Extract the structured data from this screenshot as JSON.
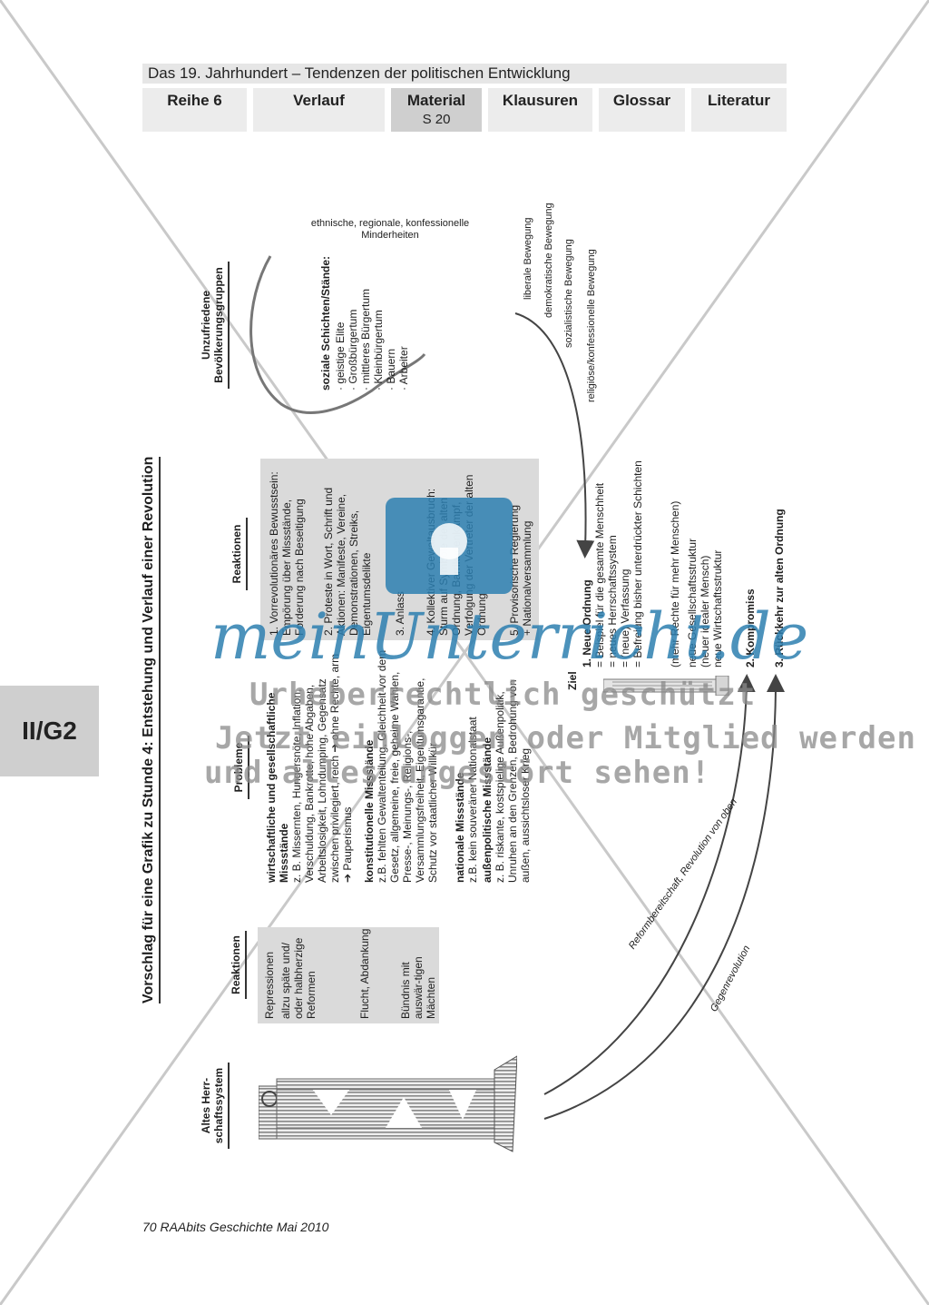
{
  "header": {
    "title": "Das 19. Jahrhundert – Tendenzen der politischen Entwicklung",
    "nav": [
      {
        "label": "Reihe 6",
        "sub": ""
      },
      {
        "label": "Verlauf",
        "sub": ""
      },
      {
        "label": "Material",
        "sub": "S 20"
      },
      {
        "label": "Klausuren",
        "sub": ""
      },
      {
        "label": "Glossar",
        "sub": ""
      },
      {
        "label": "Literatur",
        "sub": ""
      }
    ]
  },
  "side_tab": "II/G2",
  "footer": "70 RAAbits Geschichte Mai 2010",
  "diagram": {
    "title": "Vorschlag für eine Grafik zu Stunde 4: Entstehung und Verlauf einer Revolution",
    "old_system": "Altes Herr-schaftssystem",
    "reactions_left_title": "Reaktionen",
    "reactions_left": [
      "Repressionen",
      "allzu späte und/ oder halbherzige Reformen",
      "Flucht, Abdankung",
      "Bündnis mit auswär-tigen Mächten"
    ],
    "problems_title": "Probleme",
    "problems": [
      {
        "head": "wirtschaftliche und gesellschaftliche Missstände",
        "text": "z. B. Missernten, Hungersnöte, Inflation, Verschuldung, Bankrotte, hohe Abgaben, Arbeitslosigkeit, Lohndumping, Gegensatz zwischen privilegiert, reich ➔ ohne Rechte, arm ➔ Pauperismus"
      },
      {
        "head": "konstitutionelle Missstände",
        "text": "z.B. fehlten Gewaltenteilung, Gleichheit vor dem Gesetz, allgemeine, freie, geheime Wahlen, Presse-, Meinungs-, Religions-, Versammlungsfreiheit, Eigentumsgarantie, Schutz vor staatlicher Willkür"
      },
      {
        "head": "nationale Missstände",
        "text": "z.B. kein souveräner Nationalstaat"
      },
      {
        "head": "außenpolitische Missstände",
        "text": "z. B. riskante, kostspielige Außenpolitik, Unruhen an den Grenzen, Bedrohung von außen, aussichtsloser Krieg"
      }
    ],
    "reactions_right_title": "Reaktionen",
    "reactions_right": [
      {
        "head": "1. Vorrevolutionäres Bewusstsein:",
        "text": "Empörung über Missstände, Forderung nach Beseitigung"
      },
      {
        "head": "2. Proteste in Wort, Schrift und Aktionen:",
        "text": "Manifeste, Vereine, Demonstrationen, Streiks, Eigentumsdelikte"
      },
      {
        "head": "3. Anlass",
        "text": ""
      },
      {
        "head": "4. Kollektiver Gewaltausbruch:",
        "text": "Sturm auf Symbole der alten Ordnung, Barrikadenkampf, Verfolgung der Vertreter der alten Ordnung"
      },
      {
        "head": "5. Provisorische Regierung",
        "text": "+ Nationalversammlung"
      }
    ],
    "groups_title": "Unzufriedene Bevölkerungsgruppen",
    "social_title": "soziale Schichten/Stände:",
    "social": [
      "· geistige Elite",
      "· Großbürgertum",
      "· mittleres Bürgertum",
      "· Kleinbürgertum",
      "· Bauern",
      "· Arbeiter"
    ],
    "minorities": "ethnische, regionale, konfessionelle Minderheiten",
    "movements": [
      "liberale Bewegung",
      "demokratische Bewegung",
      "sozialistische Bewegung",
      "religiöse/konfessionelle Bewegung"
    ],
    "goal_label": "Ziel",
    "goal_new_order": "1. Neue Ordnung",
    "goal_items": [
      "= Beispiel für die gesamte Menschheit",
      "= neues Herrschaftssystem",
      "= (neue) Verfassung",
      "= Befreiung bisher unterdrückter Schichten",
      "(mehr Rechte für mehr Menschen)",
      "neue Gesellschaftsstruktur",
      "(neuer idealer Mensch)",
      "neue Wirtschaftsstruktur"
    ],
    "compromise": "2. Kompromiss",
    "return_old": "3. Rückkehr zur alten Ordnung",
    "arrow_reform": "Reformbereitschaft, Revolution von oben",
    "arrow_counter": "Gegenrevolution"
  },
  "watermark": {
    "logo": "meinUnterricht.de",
    "line1": "Urheberrechtlich geschützt",
    "line2": "Jetzt einloggen oder Mitglied werden",
    "line3": "und alles ungestört sehen!"
  },
  "colors": {
    "watermark_blue": "#2d7fb0",
    "gray_box": "#dadada",
    "nav_bg": "#ececec"
  }
}
